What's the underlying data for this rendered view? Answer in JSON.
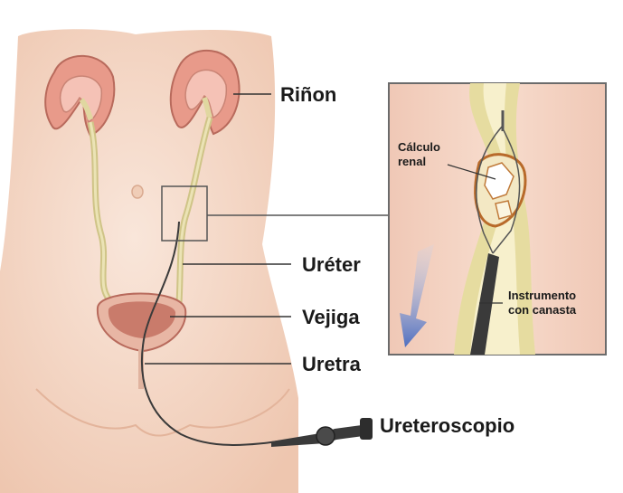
{
  "labels": {
    "rinon": "Riñon",
    "ureter": "Uréter",
    "vejiga": "Vejiga",
    "uretra": "Uretra",
    "ureteroscopio": "Ureteroscopio"
  },
  "inset": {
    "calculo_line1": "Cálculo",
    "calculo_line2": "renal",
    "instrumento_line1": "Instrumento",
    "instrumento_line2": "con canasta"
  },
  "colors": {
    "skin": "#f4d7c4",
    "kidney": "#e89a8a",
    "ureter": "#e0d7a0",
    "bladder": "#c97b6b",
    "inset_border": "#6b6b6b",
    "arrow": "#5a7ac8",
    "scope": "#3a3a3a"
  }
}
